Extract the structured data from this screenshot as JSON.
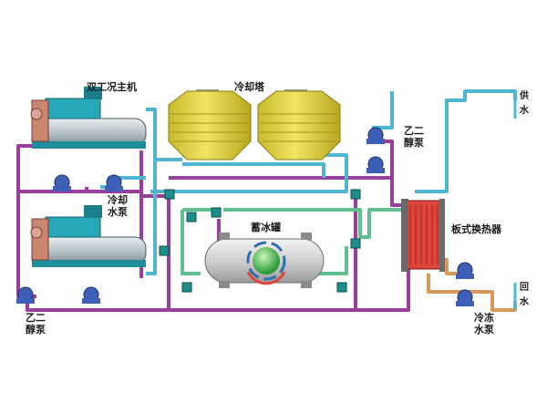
{
  "labels": {
    "dual_chiller": "双工况主机",
    "cooling_tower": "冷却塔",
    "cooling_pump": [
      "冷却",
      "水泵"
    ],
    "glycol_pump_top": [
      "乙二",
      "醇泵"
    ],
    "glycol_pump_bottom": [
      "乙二",
      "醇泵"
    ],
    "ice_tank": "蓄冰罐",
    "plate_hx": "板式换热器",
    "chilled_pump": [
      "冷冻",
      "水泵"
    ],
    "supply_water": [
      "供",
      "水"
    ],
    "return_water": [
      "回",
      "水"
    ]
  },
  "colors": {
    "glycol_pipe": "#9a3e9e",
    "cooling_pipe": "#4fb6d2",
    "ice_pipe": "#5fbf8f",
    "chilled_pipe": "#d79a5a",
    "tower_body": "#e8d94a",
    "hx_body": "#e0453c",
    "chiller_body": "#27a8b8",
    "valve": "#1d8e8e"
  },
  "icons": {
    "pump": "centrifugal-pump-icon",
    "valve": "valve-icon",
    "chiller": "chiller-unit-icon",
    "tower": "cooling-tower-icon",
    "tank": "ice-storage-tank-icon",
    "hx": "plate-heat-exchanger-icon"
  }
}
